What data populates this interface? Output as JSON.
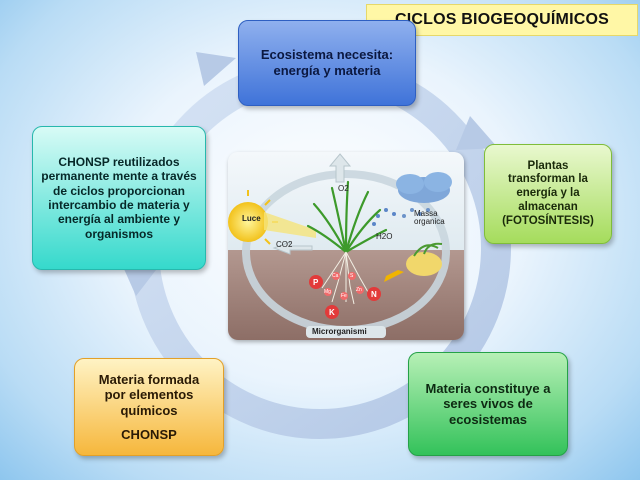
{
  "header": {
    "title": "CICLOS  BIOGEOQUÍMICOS"
  },
  "boxes": {
    "ecosistema": "Ecosistema necesita: energía y materia",
    "plantas": [
      "Plantas",
      "transforman la",
      "energía y la",
      "almacenan",
      "(FOTOSÍNTESIS)"
    ],
    "materia_seres": "Materia constituye a seres vivos de ecosistemas",
    "materia_formada": [
      "Materia formada",
      "por elementos",
      "químicos",
      "CHONSP"
    ],
    "chonsp": "CHONSP  reutilizados permanente mente a través de ciclos proporcionan intercambio de materia y energía al ambiente y organismos"
  },
  "scene": {
    "luce": "Luce",
    "co2": "CO2",
    "o2": "O2",
    "h2o": "H2O",
    "massa": [
      "Massa",
      "organica"
    ],
    "microrganismi": "Microrganismi",
    "elements": [
      "P",
      "K",
      "N",
      "Ca",
      "S",
      "Mg",
      "Zn",
      "Fe"
    ]
  },
  "colors": {
    "ring": "#b9cbe6",
    "box1": "#3f73d9",
    "box2": "#a5dc5c",
    "box3": "#33c25a",
    "box4": "#f6b73c",
    "box5": "#35d9cc",
    "title_bg": "#fff7a6"
  }
}
